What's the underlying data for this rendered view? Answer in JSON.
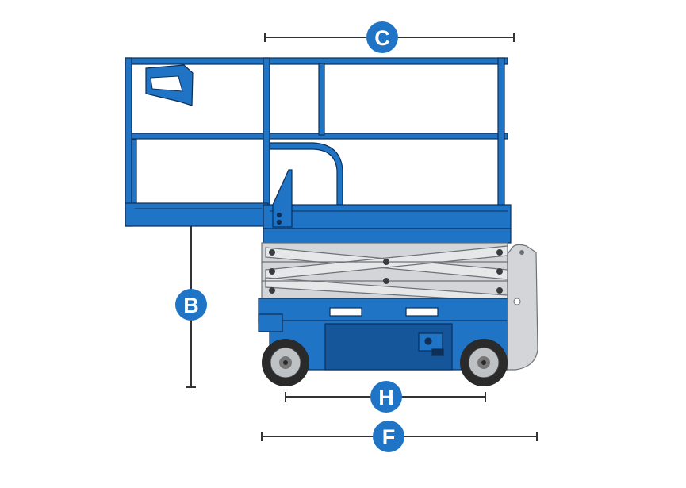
{
  "diagram": {
    "dimension_labels": {
      "C": "C",
      "B": "B",
      "H": "H",
      "F": "F"
    },
    "colors": {
      "machine_blue": "#1f74c6",
      "machine_blue_dark": "#15559a",
      "scissor_grey": "#d3d5d8",
      "tire_black": "#2a2a2a",
      "outline": "#0e2f57",
      "badge_blue": "#1f74c6",
      "dimension_line": "#333333"
    }
  }
}
